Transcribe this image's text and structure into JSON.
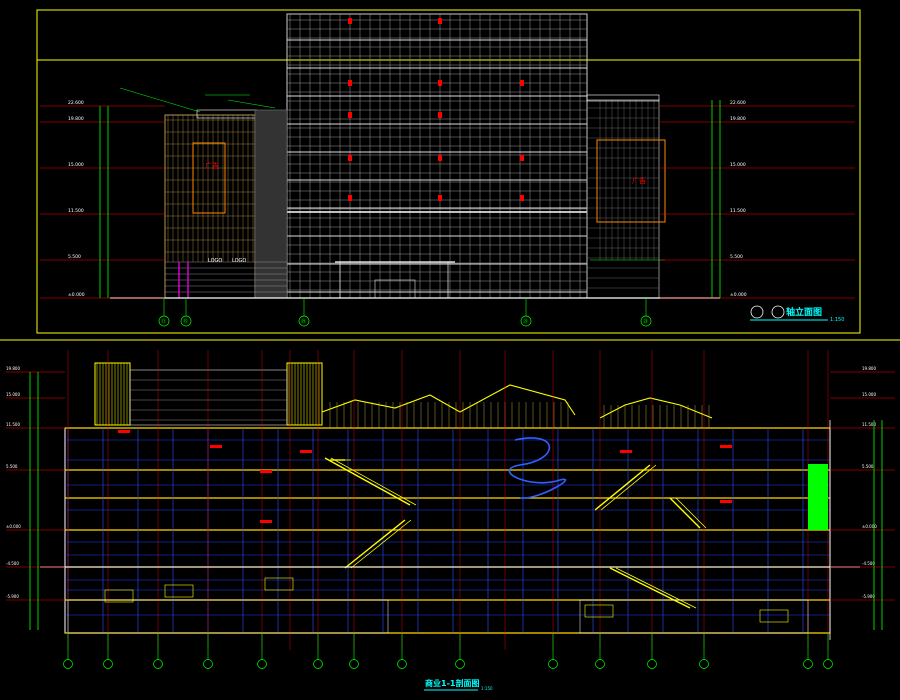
{
  "colors": {
    "background": "#000000",
    "frame": "#ffff00",
    "grid": "#ffffff",
    "wall": "#ffffff",
    "axis": "#ff0000",
    "dim": "#00ff00",
    "floor": "#2040ff",
    "stair": "#ffff00",
    "annotation": "#00ffff",
    "accent_green": "#00ff00",
    "note_red": "#ff0000"
  },
  "elevation": {
    "title_text": "轴立面图",
    "scale": "1:150",
    "axis_ids": [
      "⑬",
      "⑮",
      "⑲",
      "㉑",
      "㉓"
    ],
    "label_a": "LOGO",
    "label_b": "LOGO",
    "ad_left": "广告",
    "ad_right": "广告",
    "levels": [
      "22.600",
      "19.800",
      "15.000",
      "11.500",
      "5.500",
      "±0.000"
    ]
  },
  "section": {
    "title_text": "商业1-1剖面图",
    "scale": "1:150",
    "axis_count": 15,
    "levels": [
      "19.800",
      "15.000",
      "11.500",
      "5.500",
      "±0.000",
      "-4.500",
      "-5.900"
    ]
  }
}
